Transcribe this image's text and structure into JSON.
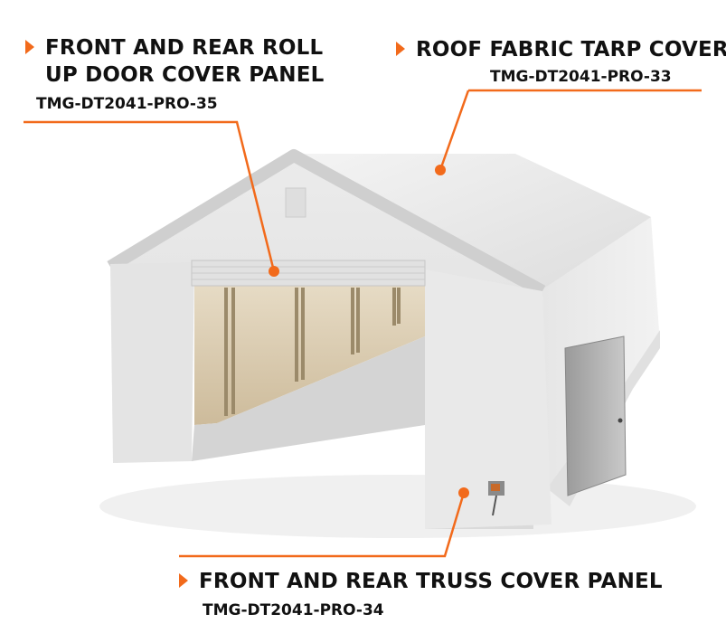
{
  "colors": {
    "accent": "#f26a1b",
    "text": "#111111"
  },
  "callouts": {
    "roll_up": {
      "title_line1": "FRONT AND REAR ROLL",
      "title_line2": "UP DOOR COVER PANEL",
      "code": "TMG-DT2041-PRO-35"
    },
    "roof": {
      "title": "ROOF FABRIC TARP COVER",
      "code": "TMG-DT2041-PRO-33"
    },
    "truss": {
      "title": "FRONT AND REAR TRUSS COVER PANEL",
      "code": "TMG-DT2041-PRO-34"
    }
  }
}
